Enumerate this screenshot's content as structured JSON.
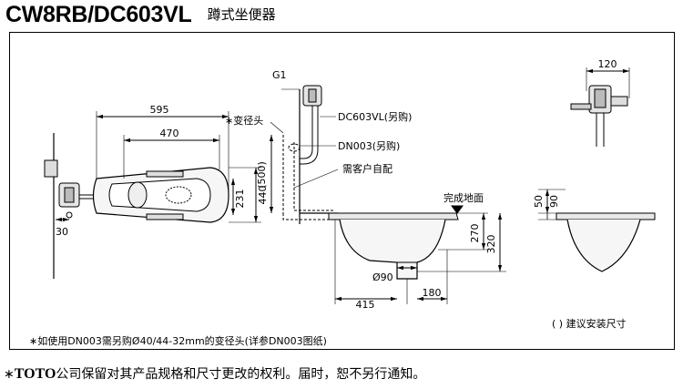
{
  "header": {
    "model": "CW8RB/DC603VL",
    "product_name": "蹲式坐便器"
  },
  "plan_view": {
    "dim_total_length": "595",
    "dim_bowl_length": "470",
    "dim_offset": "30",
    "dim_width_inner": "231",
    "dim_width_outer": "440"
  },
  "side_view": {
    "label_supply": "G1",
    "label_reducer": "∗变径头",
    "label_valve": "DC603VL(另购)",
    "label_reducer_part": "DN003(另购)",
    "label_customer": "需客户自配",
    "label_floor": "完成地面",
    "dim_reducer_height": "(500)",
    "dim_depth_a": "270",
    "dim_depth_b": "320",
    "dim_outlet": "Ø90",
    "dim_horizontal": "415",
    "dim_outlet_offset": "180"
  },
  "right_view": {
    "dim_valve_width": "120",
    "dim_height_a": "50",
    "dim_height_b": "90"
  },
  "notes": {
    "footnote": "∗如使用DN003需另购Ø40/44-32mm的变径头(详参DN003图纸)",
    "legend": "(  ) 建议安装尺寸"
  },
  "disclaimer": {
    "prefix": "∗",
    "brand": "TOTO",
    "text": "公司保留对其产品规格和尺寸更改的权利。届时，恕不另行通知。"
  }
}
